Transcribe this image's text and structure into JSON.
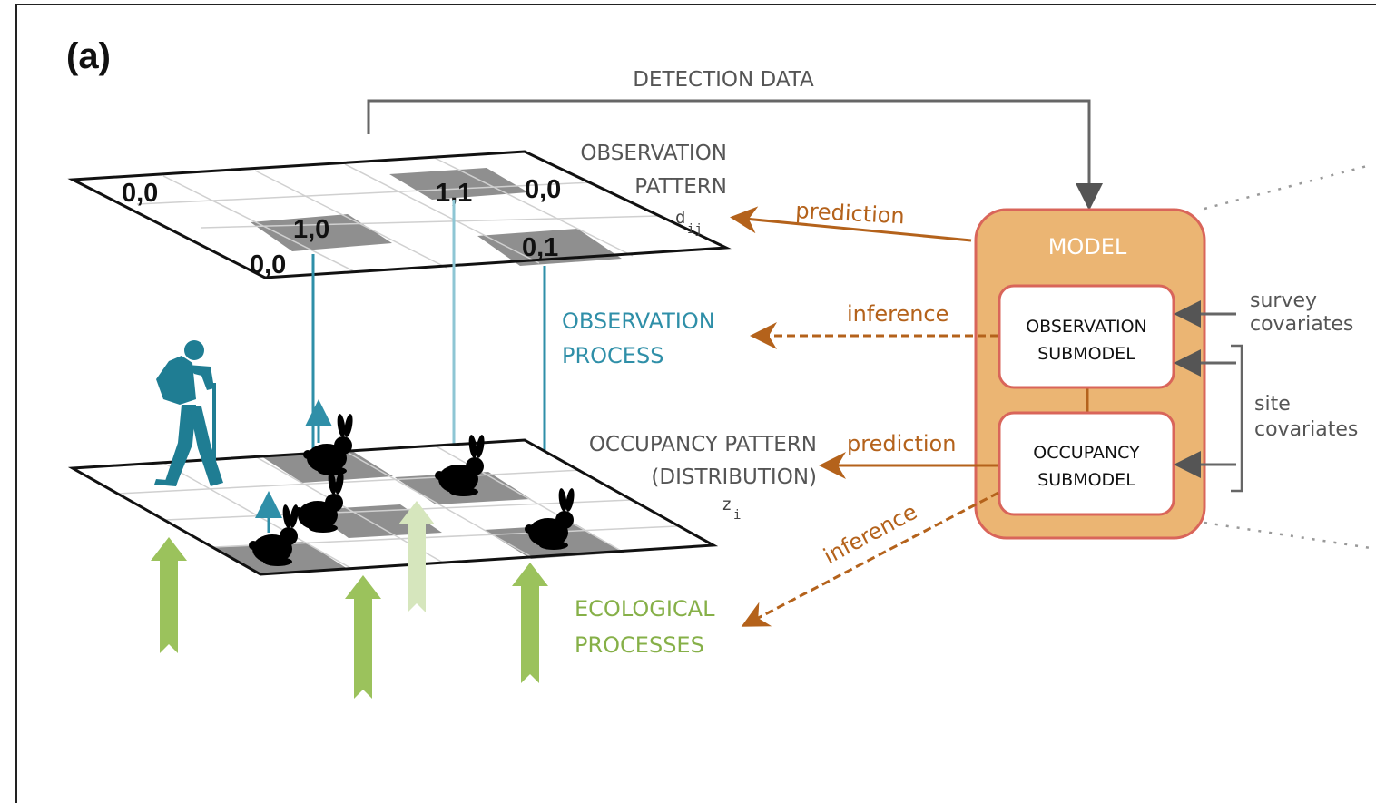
{
  "panel_label": "(a)",
  "top_label": "DETECTION DATA",
  "observation_pattern": {
    "line1": "OBSERVATION",
    "line2": "PATTERN",
    "symbol": "d",
    "subscript": "ij"
  },
  "observation_process": {
    "line1": "OBSERVATION",
    "line2": "PROCESS"
  },
  "occupancy_pattern": {
    "line1": "OCCUPANCY PATTERN",
    "line2": "(DISTRIBUTION)",
    "symbol": "z",
    "subscript": "i"
  },
  "ecological_processes": {
    "line1": "ECOLOGICAL",
    "line2": "PROCESSES"
  },
  "arrows": {
    "prediction_top": "prediction",
    "inference_mid": "inference",
    "prediction_bottom": "prediction",
    "inference_bottom": "inference"
  },
  "model": {
    "title": "MODEL",
    "obs_line1": "OBSERVATION",
    "obs_line2": "SUBMODEL",
    "occ_line1": "OCCUPANCY",
    "occ_line2": "SUBMODEL"
  },
  "covariates": {
    "survey1": "survey",
    "survey2": "covariates",
    "site1": "site",
    "site2": "covariates"
  },
  "grid_values": [
    "0,0",
    "1,1",
    "0,0",
    "1,0",
    "0,0",
    "0,1"
  ],
  "colors": {
    "model_fill": "#ebb573",
    "model_border": "#d9655a",
    "blue": "#2f8fa8",
    "green": "#9bc25c",
    "orange": "#b4621b",
    "grey_cell": "#8f8f8f"
  }
}
